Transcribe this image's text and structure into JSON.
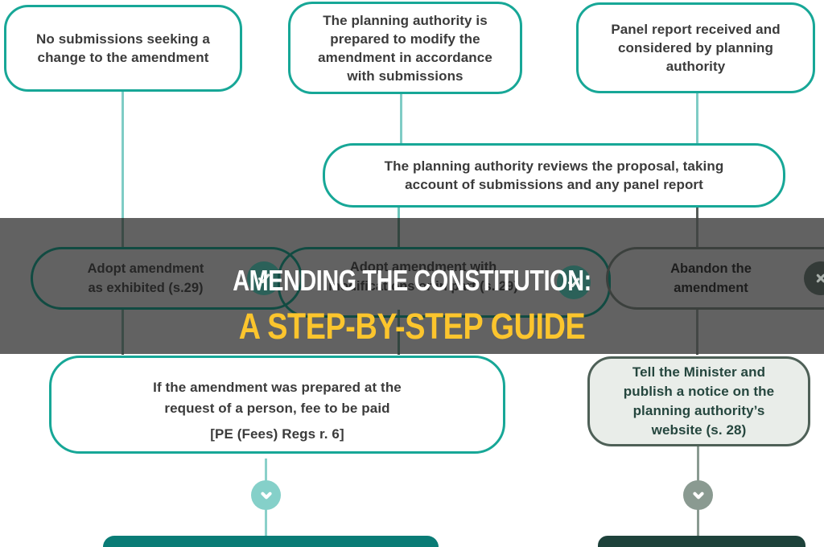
{
  "title": {
    "line1": "AMENDING THE CONSTITUTION:",
    "line2": "A STEP-BY-STEP GUIDE"
  },
  "nodes": {
    "no_submissions": {
      "lines": [
        "No submissions seeking a",
        "change to the amendment"
      ]
    },
    "prepared_modify": {
      "lines": [
        "The planning authority is",
        "prepared to modify the",
        "amendment in accordance",
        "with submissions"
      ]
    },
    "panel_report": {
      "lines": [
        "Panel report received and",
        "considered by planning",
        "authority"
      ]
    },
    "review": {
      "lines": [
        "The planning authority reviews the proposal, taking",
        "account of submissions and any panel report"
      ]
    },
    "adopt_exhibited": {
      "lines": [
        "Adopt amendment",
        "as exhibited (s.29)"
      ],
      "icon": "check-icon"
    },
    "adopt_modifications": {
      "lines": [
        "Adopt amendment with",
        "modifications or in part (s. 29)"
      ],
      "icon": "check-icon"
    },
    "abandon": {
      "lines": [
        "Abandon the",
        "amendment"
      ],
      "icon": "cross-icon"
    },
    "fee": {
      "lines": [
        "If the amendment was prepared at the",
        "request of a person, fee to be paid",
        "[PE (Fees) Regs r. 6]"
      ]
    },
    "tell_minister": {
      "lines": [
        "Tell the Minister and",
        "publish a notice on the",
        "planning authority’s",
        "website (s. 28)"
      ]
    }
  },
  "badges": {
    "left": "chevron-down-icon",
    "right": "chevron-down-icon"
  },
  "colors": {
    "teal_border": "#17a797",
    "teal_line_light": "#7fccc5",
    "overlay_gray": "#626262",
    "title_white": "#ffffff",
    "title_yellow": "#fcc52d",
    "sage": "#8a9a91",
    "sage_dark_border": "#4e6057",
    "sage_fill_light": "#e9ede9",
    "check_circle": "#2b6159",
    "cross_circle": "#343b38",
    "bottom_left_teal": "#0a7c76",
    "bottom_right_green": "#1e423b"
  }
}
